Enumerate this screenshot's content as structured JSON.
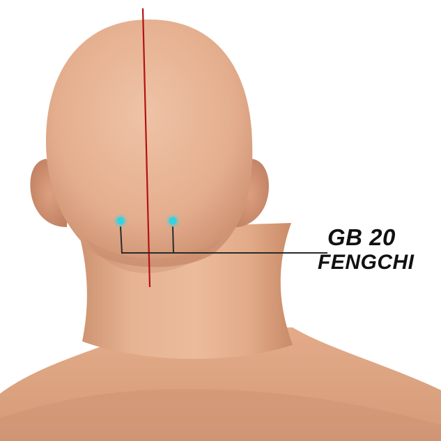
{
  "acupoint": {
    "code": "GB 20",
    "name": "FENGCHI"
  },
  "colors": {
    "background": "#ffffff",
    "skin": "#e8b595",
    "skin_shadow": "#c98d6c",
    "midline": "#b31212",
    "point_marker": "#34d3e2",
    "leader_line": "#2a2a2a",
    "label_text": "#111111"
  },
  "figure": {
    "subject": "head-back-view",
    "point_count": 2
  }
}
